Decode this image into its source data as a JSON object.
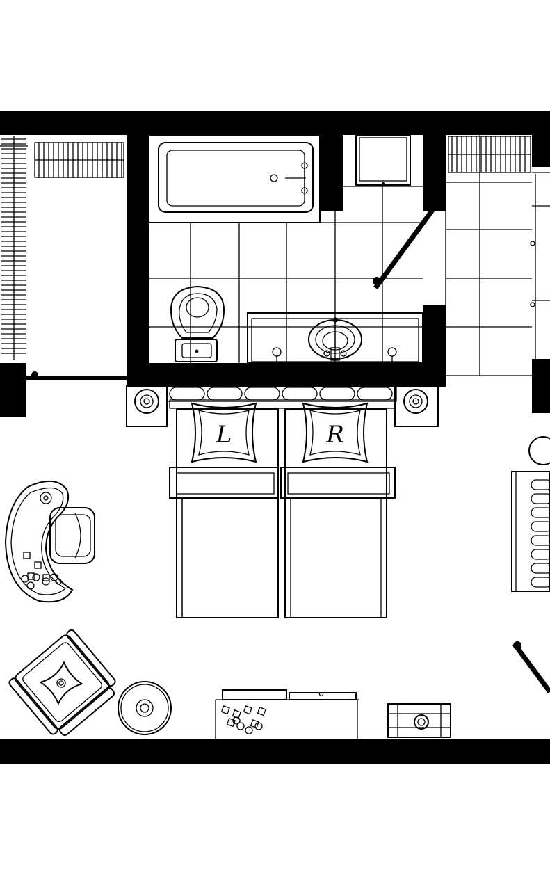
{
  "floor_plan": {
    "bed": {
      "left_pillow_monogram": "L",
      "right_pillow_monogram": "R"
    },
    "colors": {
      "wall": "#000000",
      "line": "#000000",
      "background": "#ffffff"
    },
    "rooms": [
      "closet",
      "bathroom",
      "bedroom"
    ],
    "icons": [
      "bathtub-icon",
      "toilet-icon",
      "sink-icon",
      "shower-door-icon",
      "tv-icon",
      "nightstand-lamp-icon",
      "desk-chair-icon",
      "armchair-icon",
      "round-side-table-icon",
      "coffee-table-icon",
      "bench-icon",
      "clothes-rack-icon",
      "entry-door-icon"
    ]
  }
}
